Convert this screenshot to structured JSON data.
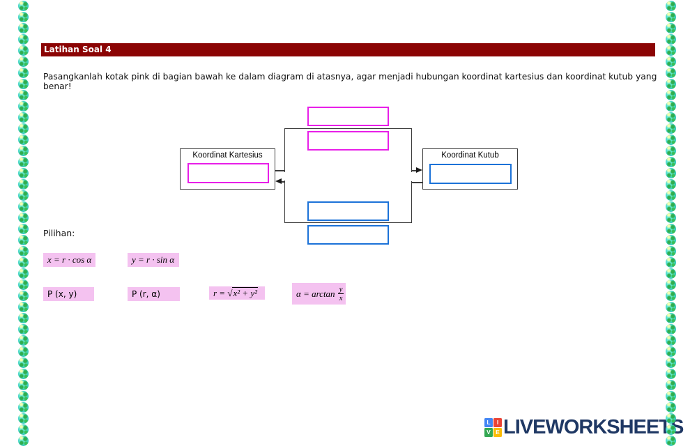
{
  "header": {
    "title": "Latihan Soal 4",
    "bg_color": "#8b0404",
    "text_color": "#ffffff"
  },
  "instruction": "Pasangkanlah kotak pink di bagian bawah ke dalam diagram di atasnya, agar menjadi hubungan koordinat kartesius dan koordinat kutub yang benar!",
  "diagram": {
    "left_node_label": "Koordinat Kartesius",
    "right_node_label": "Koordinat Kutub",
    "slot_colors": {
      "magenta": "#e81fe8",
      "blue": "#1b72d8"
    },
    "line_color": "#3c3c3c",
    "top_slot_values": [
      "",
      ""
    ],
    "bottom_slot_values": [
      "",
      ""
    ],
    "left_node_slot_value": "",
    "right_node_slot_value": ""
  },
  "options_label": "Pilihan:",
  "options": [
    {
      "label": "x = r · cos α"
    },
    {
      "label": "y = r · sin α"
    },
    {
      "label": "P (x, y)"
    },
    {
      "label": "P (r, α)"
    },
    {
      "prefix": "r = √",
      "radicand": "x² + y²"
    },
    {
      "prefix": "α = arctan",
      "numerator": "y",
      "denominator": "x"
    }
  ],
  "highlight_color": "#f4c2f0",
  "logo": {
    "squares": [
      {
        "letter": "L",
        "color": "#4285f4"
      },
      {
        "letter": "I",
        "color": "#ea4335"
      },
      {
        "letter": "V",
        "color": "#34a853"
      },
      {
        "letter": "E",
        "color": "#fbbc05"
      }
    ],
    "text": "LIVEWORKSHEETS",
    "text_color": "#1f3864"
  }
}
